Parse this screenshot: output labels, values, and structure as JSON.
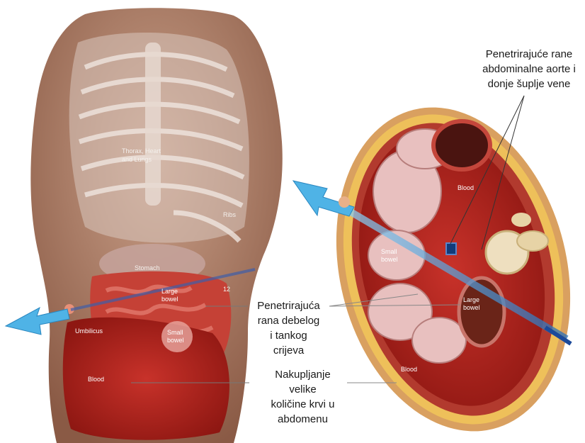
{
  "callouts": {
    "aorta": [
      "Penetrirajuće rane",
      "abdominalne aorte i",
      "donje šuplje vene"
    ],
    "bowel_wound": [
      "Penetrirajuća",
      "rana debelog",
      "i tankog",
      "crijeva"
    ],
    "blood": [
      "Nakupljanje",
      "velike",
      "količine krvi u",
      "abdomenu"
    ]
  },
  "torso_labels": {
    "thorax": [
      "Thorax, Heart",
      "and Lungs"
    ],
    "ribs": "Ribs",
    "stomach": "Stomach",
    "large_bowel": [
      "Large",
      "bowel"
    ],
    "rib12": "12",
    "umbilicus": "Umbilicus",
    "small_bowel": [
      "Small",
      "bowel"
    ],
    "blood": "Blood"
  },
  "section_labels": {
    "blood_top": "Blood",
    "small_bowel": [
      "Small",
      "bowel"
    ],
    "large_bowel": [
      "Large",
      "bowel"
    ],
    "blood_bottom": "Blood"
  },
  "colors": {
    "arrow": "#4fb3e6",
    "blood": "#b8221c",
    "skin": "#b58466",
    "fat": "#e9b44a",
    "bowel": "#e8c0bf"
  }
}
